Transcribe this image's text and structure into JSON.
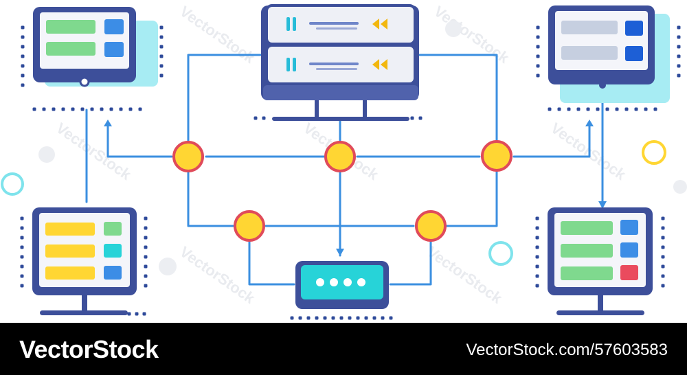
{
  "colors": {
    "frame": "#3d4f9a",
    "frame_shadow": "#5a6cb8",
    "line": "#3b8fe0",
    "dot": "#2e4a9a",
    "node_fill": "#ffd633",
    "node_ring": "#e04b5a",
    "accent_cyan": "#27d3d8",
    "green": "#7fd98e",
    "yellow": "#ffd633",
    "blue": "#3c8de6",
    "red": "#ea4b5e",
    "gray": "#c6cfe0",
    "background": "#ffffff",
    "footer_bg": "#000000"
  },
  "icons": {
    "server": "server-rack-icon",
    "router": "router-icon",
    "monitor": "monitor-icon",
    "node": "network-node-icon"
  },
  "watermark": {
    "text": "VectorStock"
  },
  "footer": {
    "brand": "VectorStock",
    "stock_id": "VectorStock.com/57603583"
  }
}
